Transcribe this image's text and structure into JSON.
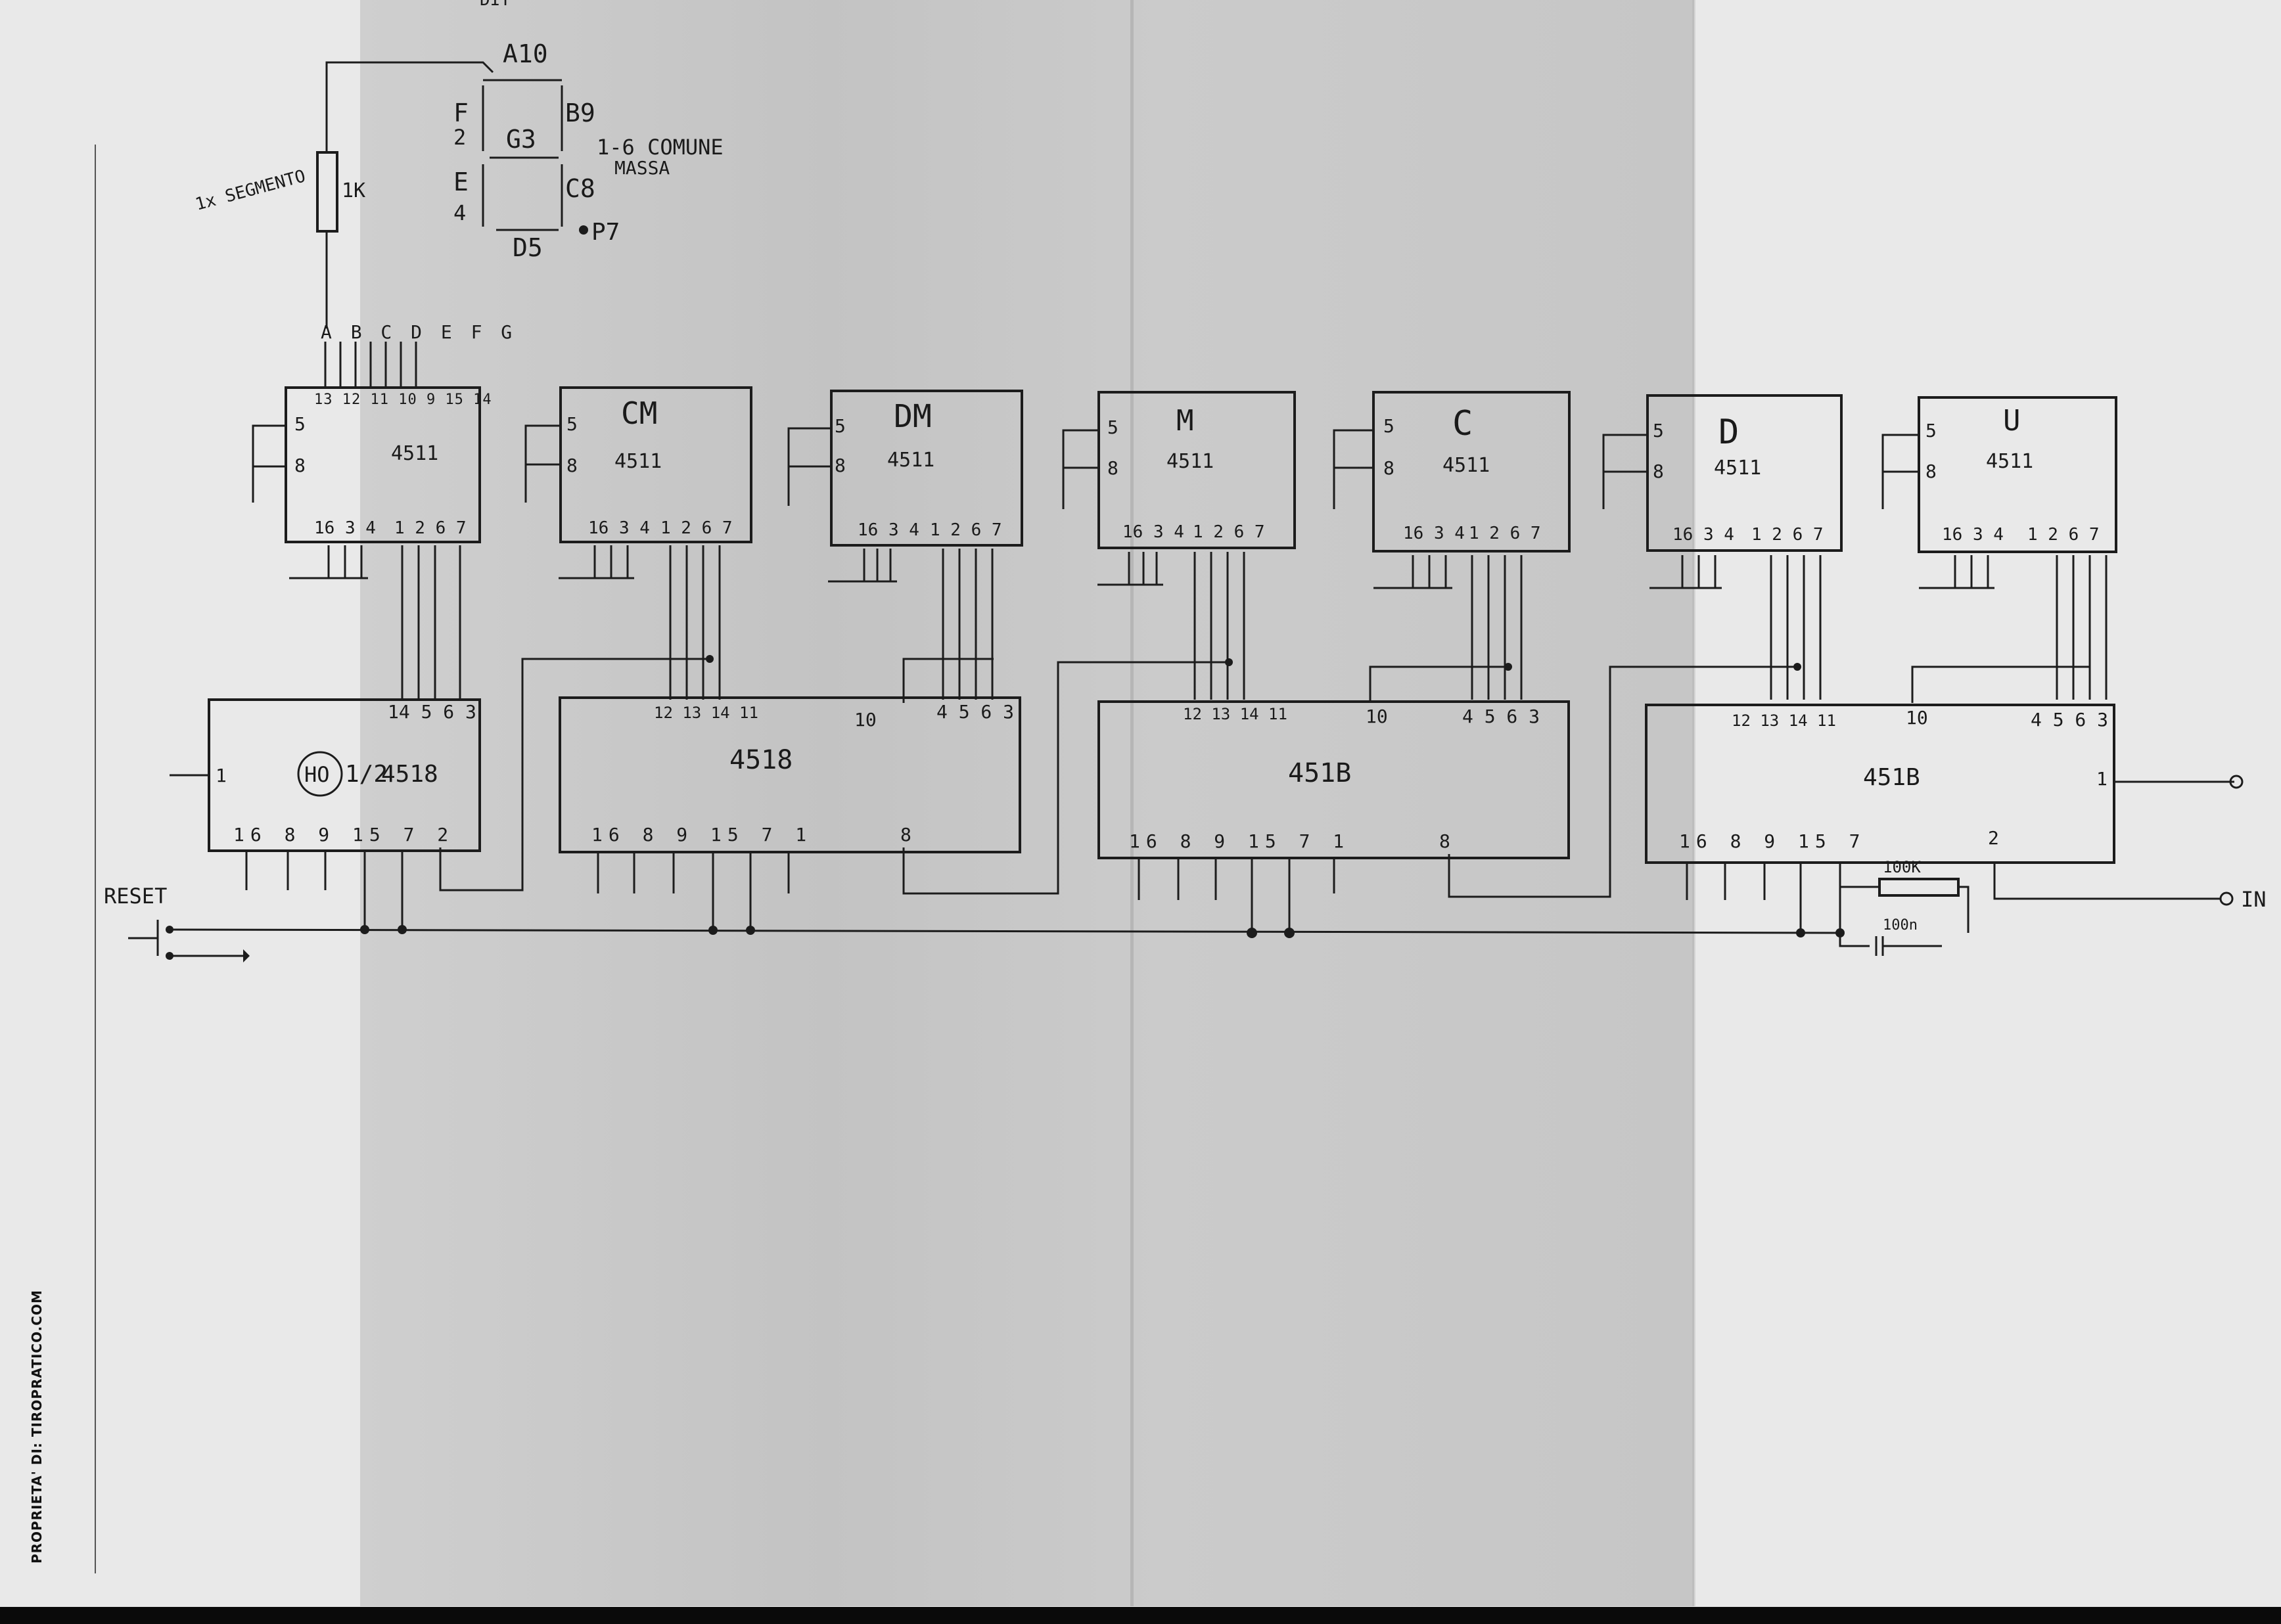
{
  "display": {
    "segments": {
      "a": "A10",
      "b": "B9",
      "c": "C8",
      "d": "D5",
      "e": "E",
      "e_pin": "4",
      "f": "F",
      "f_pin": "2",
      "g": "G3",
      "p": "P7"
    },
    "resistor_note": "1x SEGMENTO",
    "resistor_value": "1K",
    "common_note": "1-6 COMUNE",
    "massa_note": "MASSA",
    "top_cut_text": "DIY"
  },
  "decoders": [
    {
      "label": "",
      "chip": "4511",
      "pins_top": "13 12 11 10 9 15 14",
      "top_labels": "A B C D E F G",
      "pins_bottom_left": "16 3 4",
      "pins_bottom_right": "1 2 6 7"
    },
    {
      "label": "CM",
      "chip": "4511",
      "pins_bottom_left": "16 3 4",
      "pins_bottom_right": "1 2 6 7"
    },
    {
      "label": "DM",
      "chip": "4511",
      "pins_bottom_left": "16 3 4",
      "pins_bottom_right": "1 2 6 7"
    },
    {
      "label": "M",
      "chip": "4511",
      "pins_bottom_left": "16 3 4",
      "pins_bottom_right": "1 2 6 7"
    },
    {
      "label": "C",
      "chip": "4511",
      "pins_bottom_left": "16 3 4",
      "pins_bottom_right": "1 2 6 7"
    },
    {
      "label": "D",
      "chip": "4511",
      "pins_bottom_left": "16 3 4",
      "pins_bottom_right": "1 2 6 7"
    },
    {
      "label": "U",
      "chip": "4511",
      "pins_bottom_left": "16 3 4",
      "pins_bottom_right": "1 2 6 7"
    }
  ],
  "decoder_side_pins": {
    "upper": "5",
    "lower": "8"
  },
  "counters": [
    {
      "chip": "4518",
      "prefix": "1/2",
      "circled": "HO",
      "pins_top": "14 5 6 3",
      "pin_left": "1",
      "pins_bottom": "16 8 9 15 7 2"
    },
    {
      "chip": "4518",
      "pins_top_left": "12 13 14 11",
      "pins_top_mid": "10",
      "pins_top_right": "4 5 6 3",
      "pins_bottom": "16 8 9 15 7 1",
      "pin_out": "8"
    },
    {
      "chip": "451B",
      "pins_top_left": "12 13 14 11",
      "pins_top_mid": "10",
      "pins_top_right": "4 5 6 3",
      "pins_bottom": "16 8 9 15 7 1",
      "pin_out": "8"
    },
    {
      "chip": "451B",
      "pins_top_left": "12 13 14 11",
      "pins_top_mid": "10",
      "pins_top_right": "4 5 6 3",
      "pins_bottom": "16 8 9 15 7",
      "pin_right_top": "1",
      "pin_right_bottom": "2"
    }
  ],
  "reset_label": "RESET",
  "rc": {
    "resistor": "100K",
    "capacitor": "100n"
  },
  "input_label": "IN",
  "watermark": "PROPRIETA' DI: TIROPRATICO.COM"
}
